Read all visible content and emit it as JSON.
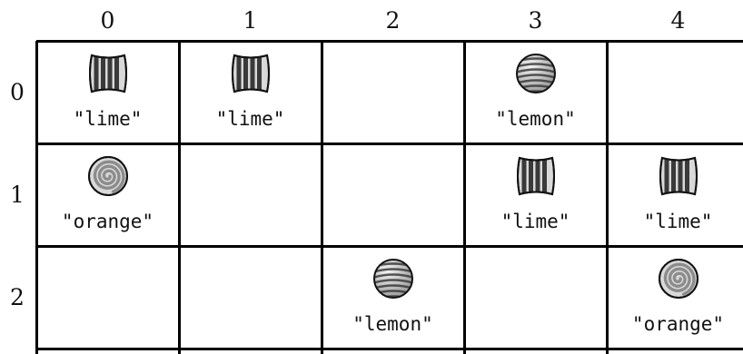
{
  "columns": [
    "0",
    "1",
    "2",
    "3",
    "4"
  ],
  "rows": [
    "0",
    "1",
    "2"
  ],
  "cells": [
    {
      "row": 0,
      "col": 0,
      "type": "lime",
      "label": "\"lime\""
    },
    {
      "row": 0,
      "col": 1,
      "type": "lime",
      "label": "\"lime\""
    },
    {
      "row": 0,
      "col": 3,
      "type": "lemon",
      "label": "\"lemon\""
    },
    {
      "row": 1,
      "col": 0,
      "type": "orange",
      "label": "\"orange\""
    },
    {
      "row": 1,
      "col": 3,
      "type": "lime",
      "label": "\"lime\""
    },
    {
      "row": 1,
      "col": 4,
      "type": "lime",
      "label": "\"lime\""
    },
    {
      "row": 2,
      "col": 2,
      "type": "lemon",
      "label": "\"lemon\""
    },
    {
      "row": 2,
      "col": 4,
      "type": "orange",
      "label": "\"orange\""
    }
  ],
  "icons": {
    "lime": "wrapped-striped-candy-icon",
    "lemon": "striped-ball-candy-icon",
    "orange": "swirl-candy-icon"
  },
  "colors": {
    "grid_line": "#000000",
    "candy_dark": "#3a3a3a",
    "candy_mid": "#8c8c8c",
    "candy_light": "#d9d9d9"
  }
}
